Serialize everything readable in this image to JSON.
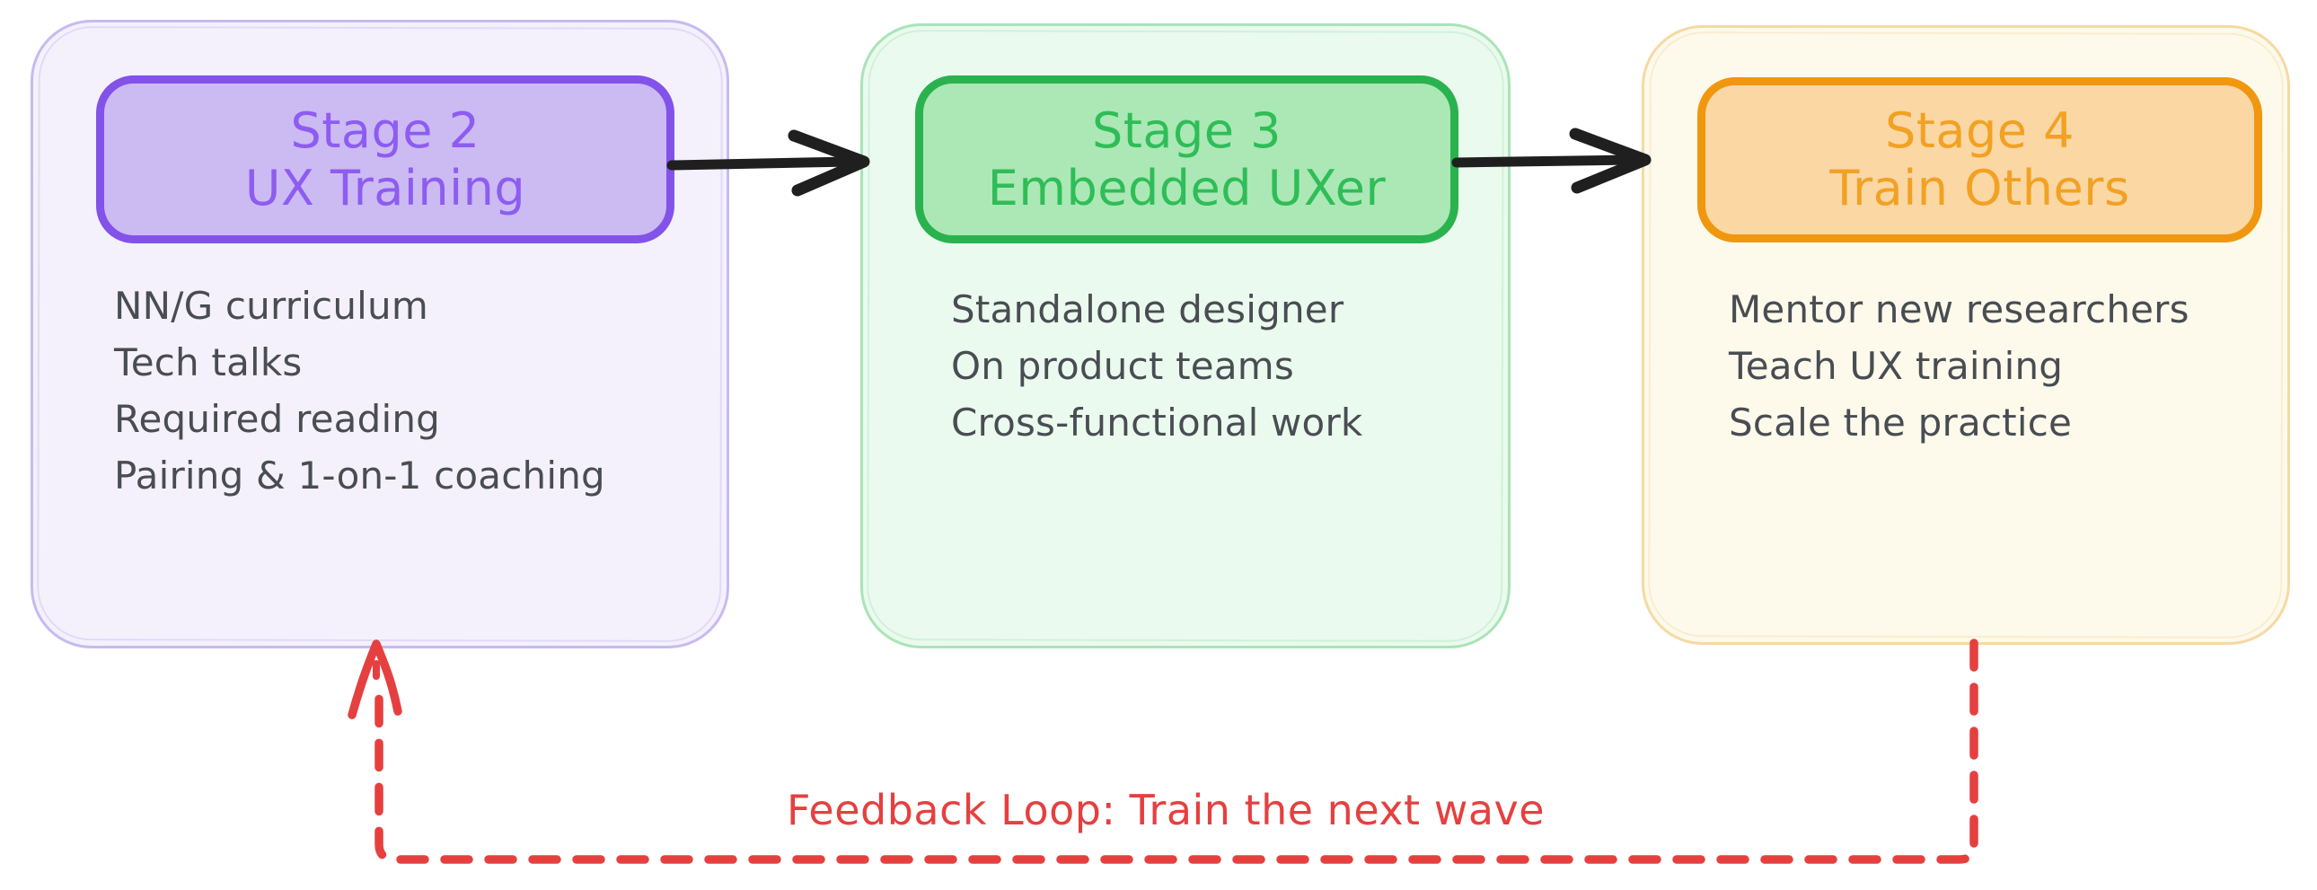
{
  "canvas": {
    "background": "#ffffff"
  },
  "body_text_color": "#494d52",
  "stages": [
    {
      "title_line1": "Stage 2",
      "title_line2": "UX Training",
      "items": [
        "NN/G curriculum",
        "Tech talks",
        "Required reading",
        "Pairing & 1-on-1 coaching"
      ],
      "colors": {
        "accent": "#8352e8",
        "title_text": "#8d5cf0",
        "header_fill": "#ccbaf3",
        "card_fill": "#f4f1fc",
        "card_border": "#c8baf0"
      }
    },
    {
      "title_line1": "Stage 3",
      "title_line2": "Embedded UXer",
      "items": [
        "Standalone designer",
        "On product teams",
        "Cross-functional work"
      ],
      "colors": {
        "accent": "#2ab24f",
        "title_text": "#2fbd58",
        "header_fill": "#abe8b5",
        "card_fill": "#ebfaee",
        "card_border": "#a9e4b8"
      }
    },
    {
      "title_line1": "Stage 4",
      "title_line2": "Train Others",
      "items": [
        "Mentor new researchers",
        "Teach UX training",
        "Scale the practice"
      ],
      "colors": {
        "accent": "#f0970f",
        "title_text": "#f2a123",
        "header_fill": "#fbd7a4",
        "card_fill": "#fdfaec",
        "card_border": "#f6d9a3"
      }
    }
  ],
  "connectors": {
    "arrow_color": "#1f1f1f",
    "arrow_1": {
      "from": "Stage 2",
      "to": "Stage 3"
    },
    "arrow_2": {
      "from": "Stage 3",
      "to": "Stage 4"
    },
    "feedback": {
      "label": "Feedback Loop: Train the next wave",
      "color": "#e5403f",
      "style": "dashed",
      "from": "Stage 4",
      "to": "Stage 2"
    }
  }
}
